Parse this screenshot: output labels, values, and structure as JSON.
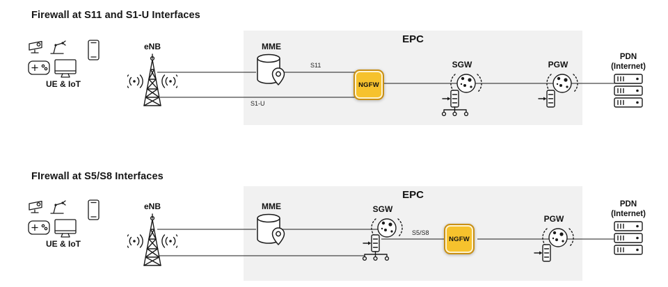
{
  "colors": {
    "ngfw_fill": "#F6C22D",
    "ngfw_border": "#C98F14",
    "epc_background": "#F1F1F1",
    "line": "#1A1A1A"
  },
  "diagram_top": {
    "title": "Firewall at S11 and S1-U Interfaces",
    "nodes": {
      "ue": "UE & IoT",
      "enb": "eNB",
      "epc": "EPC",
      "mme": "MME",
      "ngfw": "NGFW",
      "sgw": "SGW",
      "pgw": "PGW",
      "pdn_line1": "PDN",
      "pdn_line2": "(Internet)"
    },
    "links": {
      "s11": "S11",
      "s1u": "S1-U"
    }
  },
  "diagram_bottom": {
    "title": "FIrewall at S5/S8 Interfaces",
    "nodes": {
      "ue": "UE & IoT",
      "enb": "eNB",
      "epc": "EPC",
      "mme": "MME",
      "ngfw": "NGFW",
      "sgw": "SGW",
      "pgw": "PGW",
      "pdn_line1": "PDN",
      "pdn_line2": "(Internet)"
    },
    "links": {
      "s5s8": "S5/S8"
    }
  }
}
